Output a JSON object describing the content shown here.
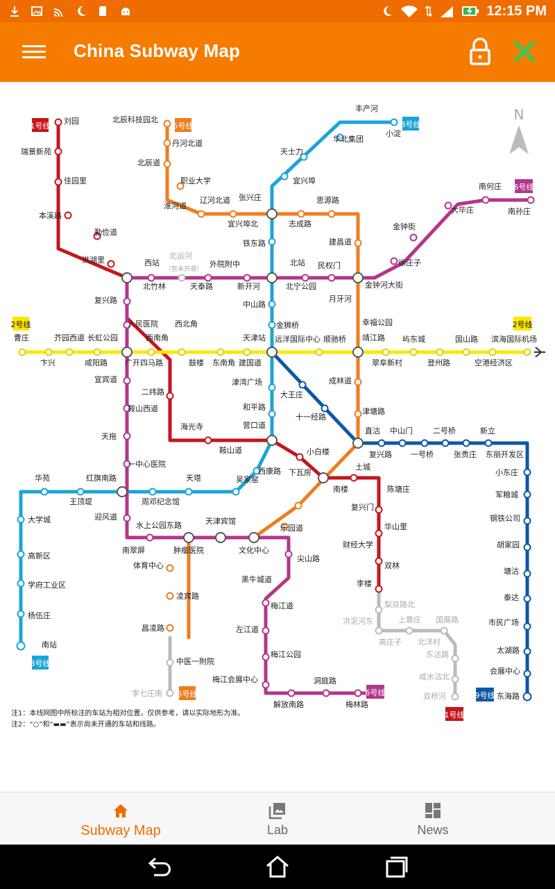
{
  "status_bar": {
    "time": "12:15 PM"
  },
  "app_bar": {
    "title": "China Subway Map"
  },
  "map": {
    "north_label": "N",
    "lines": {
      "l1": "1号线",
      "l2": "2号线",
      "l3": "3号线",
      "l5": "5号线",
      "l6": "6号线",
      "l9": "9号线"
    },
    "stations": {
      "liuyuan": "刘园",
      "ruijingxinyuan": "瑞景新苑",
      "jiayuanli": "佳园里",
      "benxilu": "本溪路",
      "qinjiandao": "勤俭道",
      "hongjiali": "洪湖里",
      "xizhan": "西站",
      "xinanjiao": "西南角",
      "xibeijiao": "西北角",
      "ererlu": "二纬路",
      "haiguangsi": "海光寺",
      "anshandao": "鞍山道",
      "yingkoudao": "营口道",
      "xiaobailou": "小白楼",
      "xiawafang": "下瓦房",
      "nanlou": "南楼",
      "tucheng": "土城",
      "chentangzhuang": "陈塘庄",
      "fuxingmen": "复兴门",
      "huashanli": "华山里",
      "caijingdaxue": "财经大学",
      "shuanglin": "双林",
      "lilou": "李楼",
      "beichenkejiyuanbei": "北辰科技园北",
      "danhebeidao": "丹河北道",
      "beichendao": "北辰道",
      "zhiyedaxue": "职业大学",
      "huaihedao": "淮河道",
      "liaohebeidao": "辽河北道",
      "yixingbubei": "宜兴埠北",
      "zhangxingzhuang": "张兴庄",
      "zhichenglu": "志成路",
      "sibaodao": "思源路",
      "jianchangdao": "建昌道",
      "jinzhonghedajie": "金钟河大街",
      "minquanmen": "民权门",
      "beizhan": "北站",
      "beiningongyuan": "北宁公园",
      "zhongshanlu": "中山路",
      "jinshiqiao": "金狮桥",
      "tianjinzhan": "天津站",
      "yuanyang": "远洋国际中心",
      "shunchiqiao": "顺驰桥",
      "jingjianglu": "靖江路",
      "cuifuxincun": "翠阜新村",
      "yuzhoulu": "屿东城",
      "dengzhoulu": "登州路",
      "guoshanlu": "国山路",
      "kongganjingjiqu": "空港经济区",
      "binhaiguojijichang": "滨海国际机场",
      "caozhuang": "曹庄",
      "bianxing": "卞兴",
      "jieyuanxidao": "芥园西道",
      "xianyanglu": "咸阳路",
      "changhonggongyuan": "长虹公园",
      "guangkaisimalu": "广开四马路",
      "gulou": "鼓楼",
      "dongnanjiao": "东南角",
      "jianguodao": "建国道",
      "fengchanhe": "丰产河",
      "xiaodian": "小淀",
      "huabeijituan": "华北集团",
      "tianshili": "天士力",
      "yixingbu": "宜兴埠",
      "tiedonglu": "铁东路",
      "jinwanguangchang": "津湾广场",
      "hepinglu": "和平路",
      "xikanglu": "西康路",
      "wujiayao": "吴家窑",
      "tianta": "天塔",
      "zhoudengjinianguan": "周邓纪念馆",
      "hongqinanlu": "红旗南路",
      "wangdingdi": "王顶堤",
      "huayuan": "华苑",
      "daxuecheng": "大学城",
      "gaoxinqu": "高新区",
      "xuefugongyequ": "学府工业区",
      "yangwuzhuang": "杨伍庄",
      "nanzhan": "南站",
      "nanhezhuang": "南何庄",
      "dabizhuang": "大毕庄",
      "nansunzhuang": "南孙庄",
      "jinzhongjie": "金钟街",
      "xuzhuangzi": "徐庄子",
      "beizhulin": "北竹林",
      "tiantailu": "天泰路",
      "xinkaihe": "新开河",
      "waiyuanfuzhong": "外院附中",
      "beiyunhe": "北运河",
      "yueyahe": "月牙河",
      "xingfugongyuan": "幸福公园",
      "chenglindao": "成林道",
      "jintanglu": "津塘路",
      "fuxinglu": "复兴路",
      "renminyiyuan": "人民医院",
      "yibindao": "宜宾道",
      "anshanxidao": "鞍山西道",
      "tiantuo": "天拖",
      "yizhongxinyiyuan": "一中心医院",
      "yingfengdao": "迎风道",
      "nancuiping": "南翠屏",
      "shuishanggongyuandonglu": "水上公园东路",
      "zhongliuyiyuan": "肿瘤医院",
      "tianjinbinguan": "天津宾馆",
      "wenhuazhongxin": "文化中心",
      "leyuandao": "乐园道",
      "jianshanlu": "尖山路",
      "heiniuchengdao": "黑牛城道",
      "meijiangdao": "梅江道",
      "zuojiangdao": "左江道",
      "meijianggongyuan": "梅江公园",
      "meijianghuizhanzhongxin": "梅江会展中心",
      "jiefangnanlu": "解放南路",
      "dongtinglu": "洞庭路",
      "meilinlu": "梅林路",
      "tiyuzhongxin": "体育中心",
      "lingbinlu": "凌宾路",
      "changlinglu": "昌凌路",
      "zhongyiyifuyuan": "中医一附院",
      "liqizhuangnan": "李七庄南",
      "dawangzhuang": "大王庄",
      "shiyijinglu": "十一经路",
      "zhigu": "直沽",
      "zhongshanmen": "中山门",
      "yihaoqiao": "一号桥",
      "erhaoqiao": "二号桥",
      "zhanggueizhuang": "张贵庄",
      "xinli": "新立",
      "dongdongkaifaqu": "东丽开发区",
      "xiaodongzhuang": "小东庄",
      "junliangcheng": "军粮城",
      "gangtiegongsi": "钢铁公司",
      "hujiayuan": "胡家园",
      "tanggu": "塘沽",
      "taida": "泰达",
      "shiminguangchang": "市民广场",
      "taihulu": "太湖路",
      "huizhanzhongxin": "会展中心",
      "donghailu": "东海路",
      "lishuanglubei": "梨双路北",
      "shangxinzhuang": "上靠庄",
      "guozhanlu": "国展路",
      "gaozhuangzi": "高庄子",
      "beiyangcun": "北洋村",
      "dongguilu": "东沽路",
      "xianshuigubei": "咸水沽北",
      "shuangqiaohe": "双桥河",
      "xianniheng": "洪泥河东"
    },
    "planned_note": "（暂未开通）",
    "notes": {
      "note1": "注1：本线网图中所标注的车站为相对位置，仅供参考，请以实际地形为准。",
      "note2": "注2：“○”和“▬▬”表示尚未开通的车站和线路。"
    },
    "colors": {
      "line1": "#c4161c",
      "line2": "#ffe600",
      "line3": "#1ba4d8",
      "line5": "#ee7d1e",
      "line6": "#b4358c",
      "line9": "#0e57a6",
      "planned": "#bbbbbb"
    }
  },
  "bottom_nav": {
    "items": [
      {
        "label": "Subway Map",
        "active": true
      },
      {
        "label": "Lab",
        "active": false
      },
      {
        "label": "News",
        "active": false
      }
    ]
  }
}
